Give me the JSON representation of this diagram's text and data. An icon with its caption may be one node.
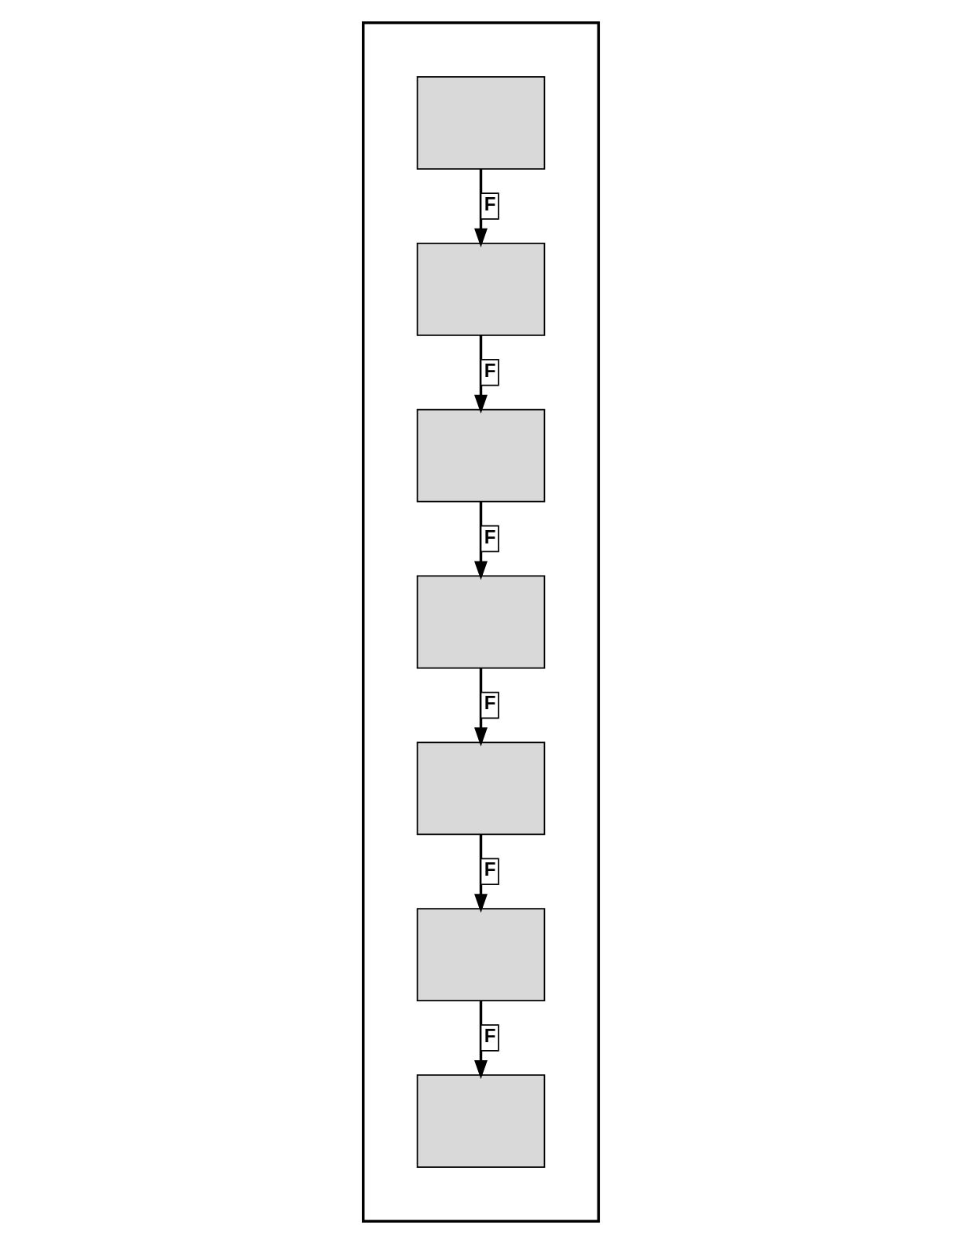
{
  "diagram": {
    "nodes": [
      {
        "text": [],
        "shape": "box"
      },
      {
        "text": [],
        "shape": "box",
        "in": 0
      },
      {
        "text": [],
        "shape": "box",
        "in": 0
      },
      {
        "text": [],
        "shape": "box",
        "in": 0
      },
      {
        "text": [],
        "shape": "box",
        "in": 0
      },
      {
        "text": [],
        "shape": "box",
        "in": 0
      },
      {
        "text": [],
        "shape": "box",
        "in": 0
      },
      {
        "text": [],
        "shape": "box",
        "in": 0
      }
    ],
    "edges": [
      {
        "from": 1,
        "to": 2,
        "arrow": "to",
        "label": "F"
      },
      {
        "from": 2,
        "to": 3,
        "arrow": "to",
        "label": "F"
      },
      {
        "from": 3,
        "to": 4,
        "arrow": "to",
        "label": "F"
      },
      {
        "from": 4,
        "to": 5,
        "arrow": "to",
        "label": "F"
      },
      {
        "from": 5,
        "to": 6,
        "arrow": "to",
        "label": "F"
      },
      {
        "from": 6,
        "to": 7,
        "arrow": "to",
        "label": "F"
      }
    ]
  }
}
